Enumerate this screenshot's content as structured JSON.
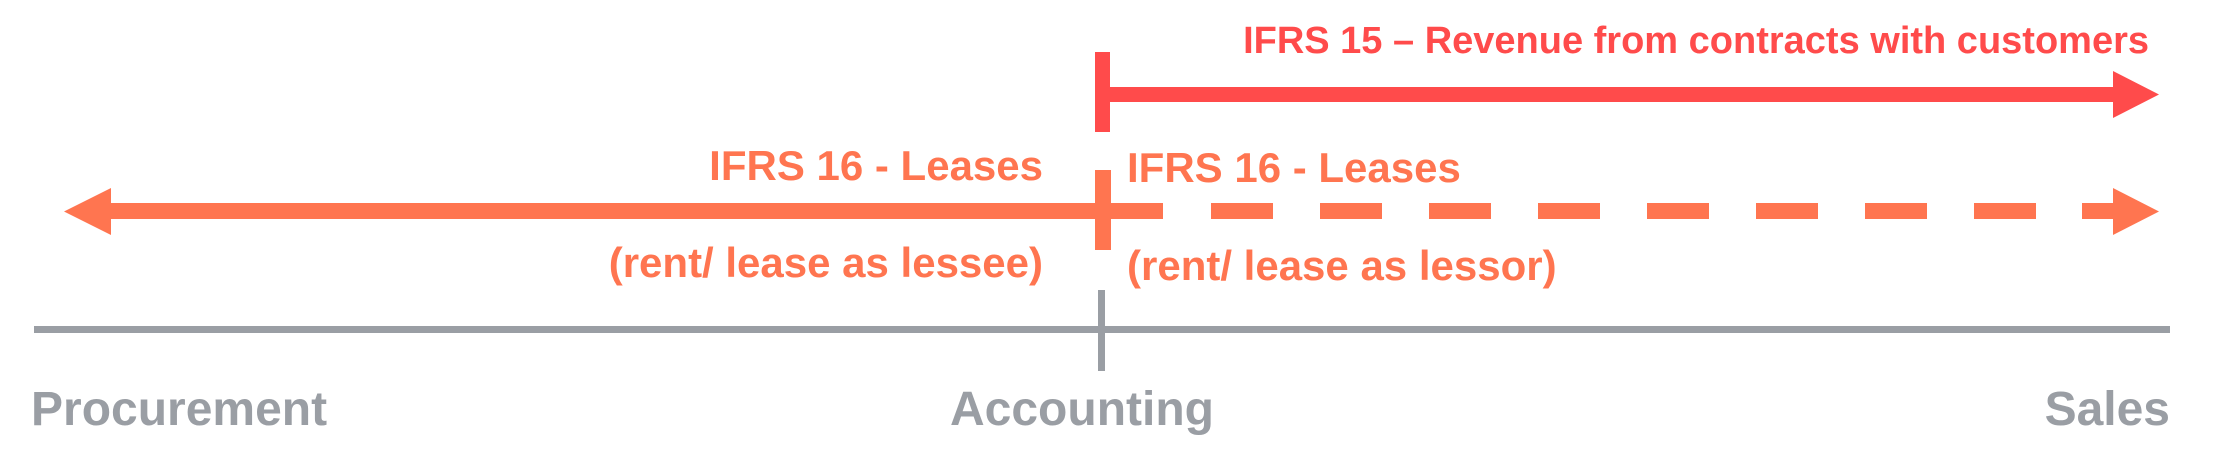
{
  "colors": {
    "red": "#ff4b4b",
    "orange": "#ff7550",
    "gray": "#9a9ea4",
    "background": "#ffffff"
  },
  "ifrs15": {
    "title": "IFRS 15 – Revenue from contracts with customers",
    "arrow_direction": "right",
    "line_style": "solid",
    "spans": [
      "Accounting",
      "Sales"
    ]
  },
  "ifrs16_lessee": {
    "title": "IFRS 16 - Leases",
    "subtitle": "(rent/ lease as lessee)",
    "arrow_direction": "left",
    "line_style": "solid",
    "spans": [
      "Accounting",
      "Procurement"
    ]
  },
  "ifrs16_lessor": {
    "title": "IFRS 16 - Leases",
    "subtitle": "(rent/ lease as lessor)",
    "arrow_direction": "right",
    "line_style": "dashed",
    "spans": [
      "Accounting",
      "Sales"
    ]
  },
  "axis": {
    "labels": {
      "left": "Procurement",
      "center": "Accounting",
      "right": "Sales"
    }
  }
}
